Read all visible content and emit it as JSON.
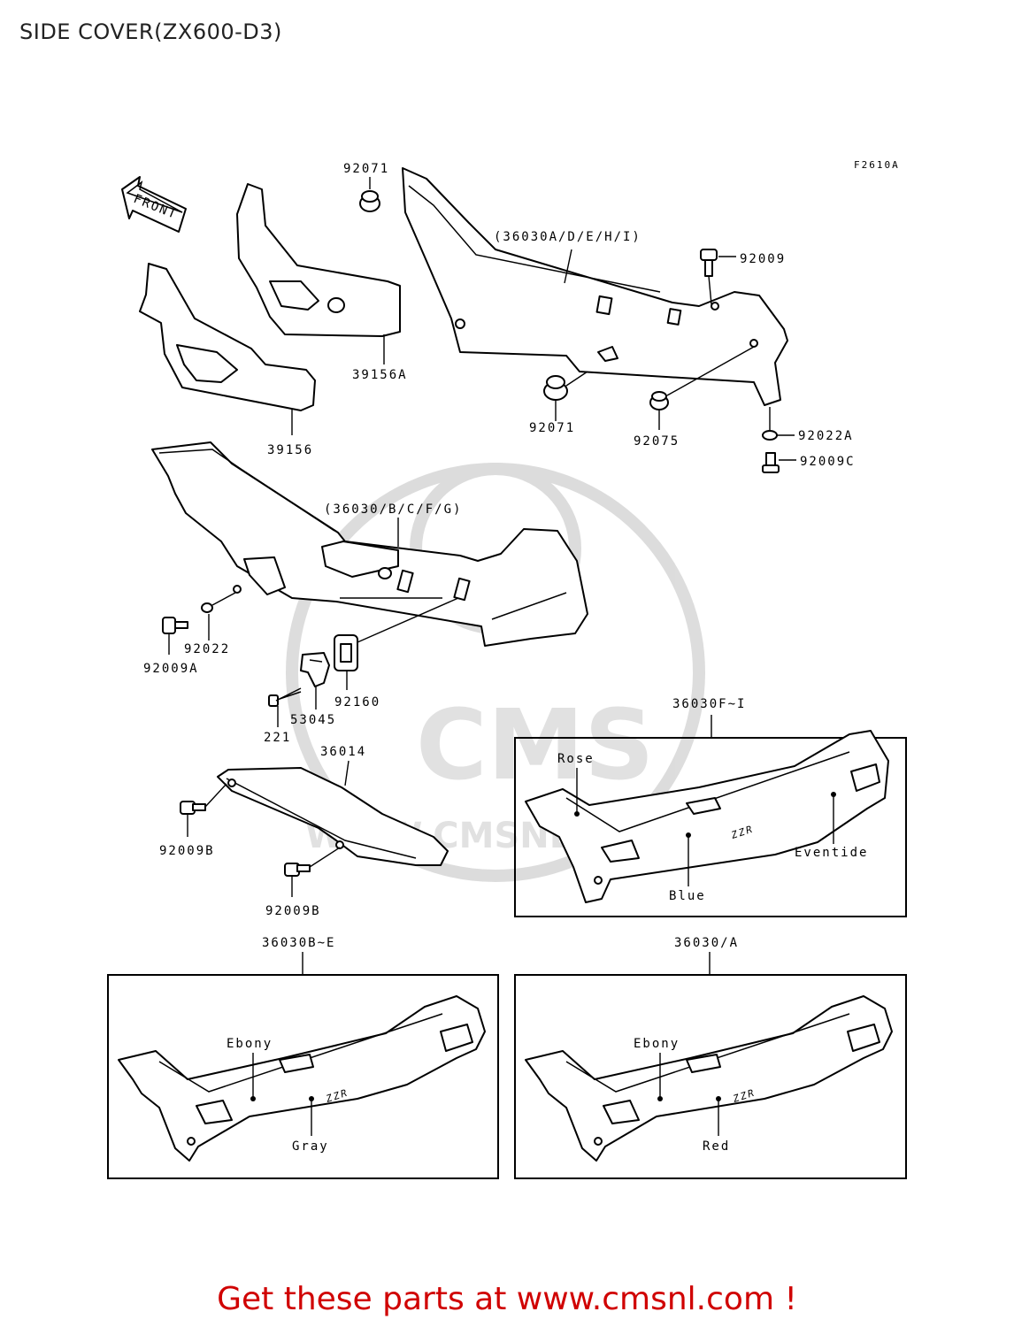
{
  "page": {
    "title": "SIDE COVER(ZX600-D3)",
    "footer": "Get these parts at www.cmsnl.com !"
  },
  "diagram": {
    "figure_code": "F2610A",
    "front_arrow": "FRONT",
    "watermark": {
      "logo": "CMS",
      "url": "WWW.CMSNL.COM"
    },
    "callouts": {
      "c92071_top": "92071",
      "c36030_adehi": "(36030A/D/E/H/I)",
      "c92009": "92009",
      "c39156A": "39156A",
      "c39156": "39156",
      "c92071_bottom": "92071",
      "c92075": "92075",
      "c92022A": "92022A",
      "c92009C": "92009C",
      "c36030_bcfg": "(36030/B/C/F/G)",
      "c92022": "92022",
      "c92009A": "92009A",
      "c92160": "92160",
      "c53045": "53045",
      "c221": "221",
      "c36014": "36014",
      "c92009B_1": "92009B",
      "c92009B_2": "92009B"
    },
    "panels": [
      {
        "title": "36030F~I",
        "colors": [
          "Rose",
          "Blue",
          "Eventide"
        ]
      },
      {
        "title": "36030B~E",
        "colors": [
          "Ebony",
          "Gray"
        ]
      },
      {
        "title": "36030/A",
        "colors": [
          "Ebony",
          "Red"
        ]
      }
    ],
    "decal_text": "ZZR"
  }
}
